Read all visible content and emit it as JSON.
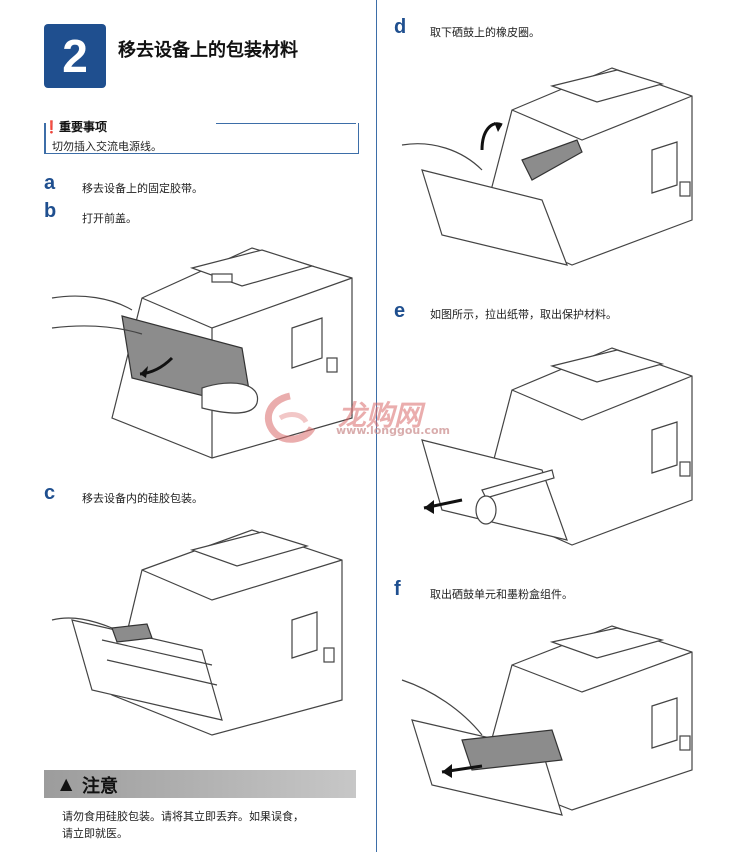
{
  "section": {
    "number": "2",
    "title": "移去设备上的包装材料"
  },
  "important": {
    "icon": "exclamation-circle-icon",
    "heading": "重要事项",
    "text": "切勿插入交流电源线。"
  },
  "steps": [
    {
      "letter": "a",
      "text": "移去设备上的固定胶带。"
    },
    {
      "letter": "b",
      "text": "打开前盖。"
    },
    {
      "letter": "c",
      "text": "移去设备内的硅胶包装。"
    },
    {
      "letter": "d",
      "text": "取下硒鼓上的橡皮圈。"
    },
    {
      "letter": "e",
      "text": "如图所示，拉出纸带，取出保护材料。"
    },
    {
      "letter": "f",
      "text": "取出硒鼓单元和墨粉盒组件。"
    }
  ],
  "caution": {
    "icon": "warning-triangle-icon",
    "title": "注意",
    "line1": "请勿食用硅胶包装。请将其立即丢弃。如果误食，",
    "line2": "请立即就医。"
  },
  "watermark": {
    "brand": "龙购网",
    "url": "www.longgou.com"
  },
  "colors": {
    "accent": "#1f4f8f",
    "caution_bar": "#b0b0b0",
    "watermark": "#d96b6b"
  }
}
